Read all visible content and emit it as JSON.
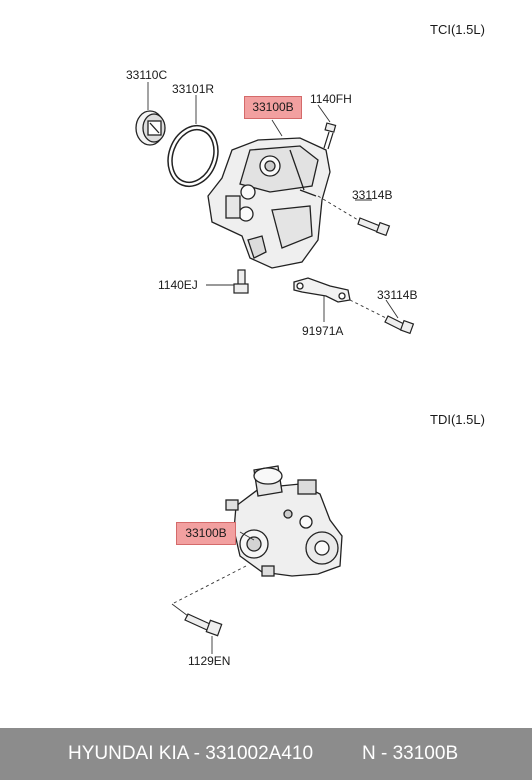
{
  "sections": [
    {
      "variant": "TCI(1.5L)",
      "callouts": [
        "33110C",
        "33101R",
        "33100B",
        "1140FH",
        "33114B",
        "1140EJ",
        "33114B",
        "91971A"
      ]
    },
    {
      "variant": "TDI(1.5L)",
      "callouts": [
        "33100B",
        "1129EN"
      ]
    }
  ],
  "highlight_color": "#f2a0a0",
  "footer": {
    "brand": "HYUNDAI  KIA - 331002A410",
    "code": "N - 33100B",
    "background": "#8c8c8c"
  }
}
